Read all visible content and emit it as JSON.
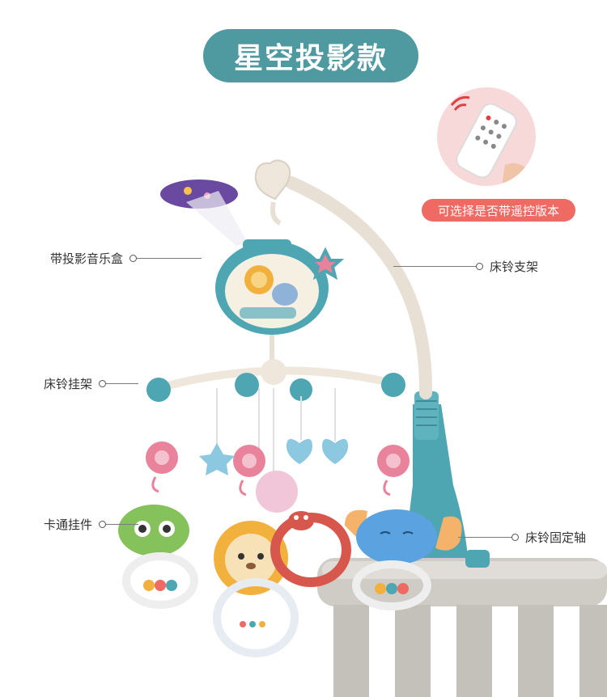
{
  "title": "星空投影款",
  "remote_badge": "可选择是否带遥控版本",
  "callouts": {
    "music_box": "带投影音乐盒",
    "hanger": "床铃挂架",
    "pendants": "卡通挂件",
    "stand": "床铃支架",
    "axis": "床铃固定轴"
  },
  "colors": {
    "title_pill": "#4f9aa0",
    "badge": "#ee6a62",
    "remote_bg": "#f7d9da",
    "teal": "#4fa6b3",
    "pink": "#e9829b",
    "crib": "#c9c6c0"
  }
}
